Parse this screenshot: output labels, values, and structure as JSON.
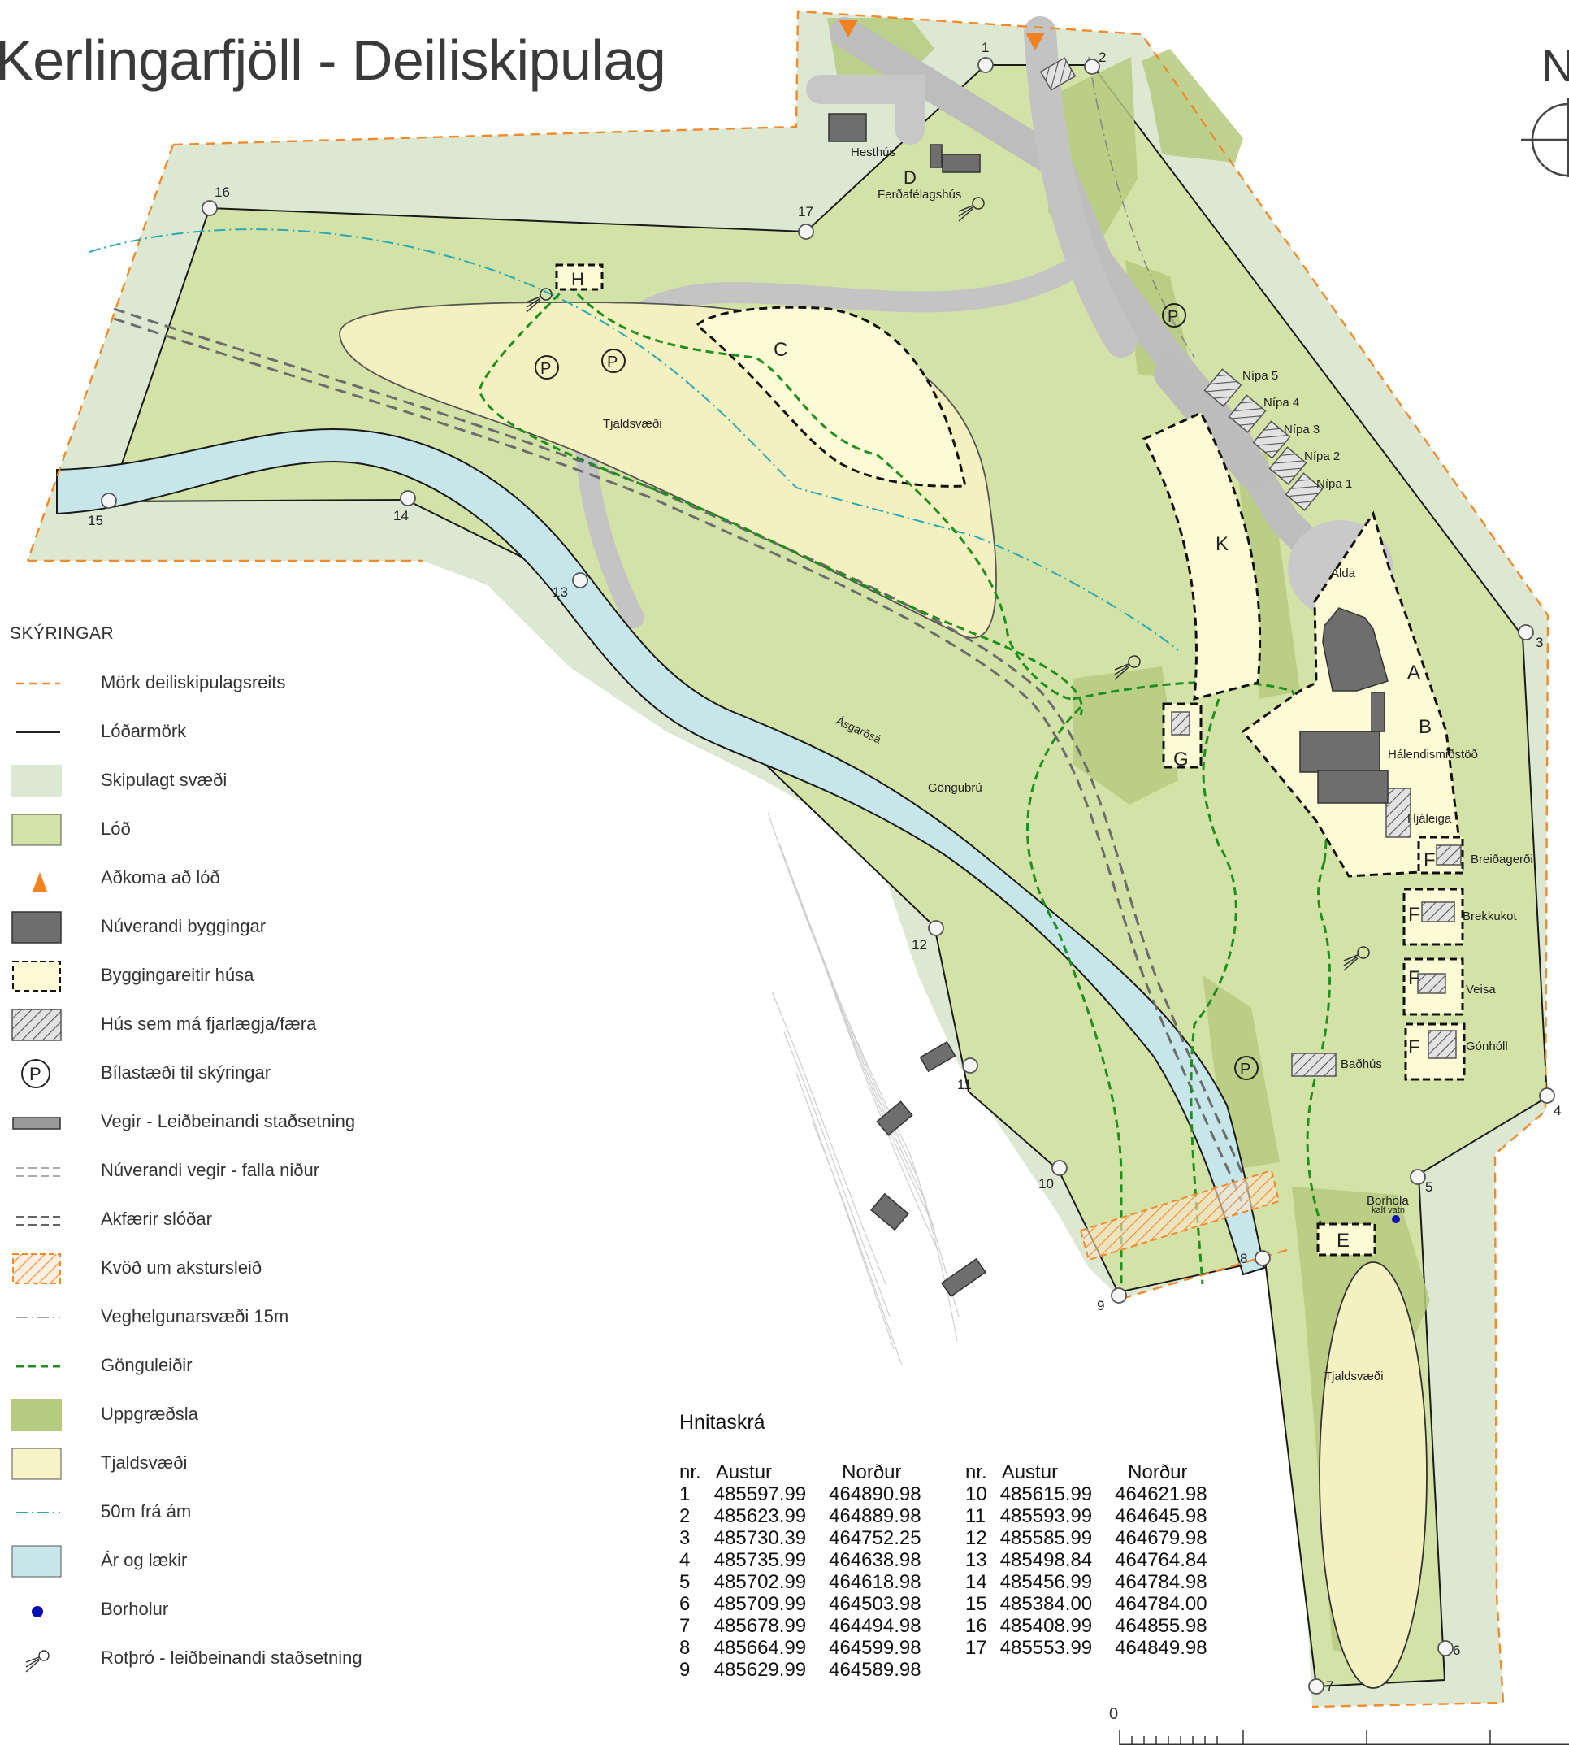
{
  "title": "Kerlingarfjöll - Deiliskipulag",
  "north_label": "N",
  "legend": {
    "heading": "SKÝRINGAR",
    "items": [
      {
        "label": "Mörk deiliskipulagsreits",
        "symbol": "orange-dashed-line"
      },
      {
        "label": "Lóðarmörk",
        "symbol": "black-line"
      },
      {
        "label": "Skipulagt svæði",
        "symbol": "pale-green-box"
      },
      {
        "label": "Lóð",
        "symbol": "green-box"
      },
      {
        "label": "Aðkoma að lóð",
        "symbol": "orange-triangle"
      },
      {
        "label": "Núverandi byggingar",
        "symbol": "dark-grey-box"
      },
      {
        "label": "Byggingareitir húsa",
        "symbol": "dashed-yellow-box"
      },
      {
        "label": "Hús sem má fjarlægja/færa",
        "symbol": "hatched-box"
      },
      {
        "label": "Bílastæði til skýringar",
        "symbol": "parking-circle"
      },
      {
        "label": "Vegir - Leiðbeinandi staðsetning",
        "symbol": "grey-road"
      },
      {
        "label": "Núverandi vegir - falla niður",
        "symbol": "light-dashed-double"
      },
      {
        "label": "Akfærir slóðar",
        "symbol": "dark-dashed-double"
      },
      {
        "label": "Kvöð um akstursleið",
        "symbol": "orange-hatched-box"
      },
      {
        "label": "Veghelgunarsvæði 15m",
        "symbol": "grey-dash-dot"
      },
      {
        "label": "Gönguleiðir",
        "symbol": "green-dashed-line"
      },
      {
        "label": "Uppgræðsla",
        "symbol": "olive-box"
      },
      {
        "label": "Tjaldsvæði",
        "symbol": "yellow-box"
      },
      {
        "label": "50m frá ám",
        "symbol": "teal-dash-dot"
      },
      {
        "label": "Ár og lækir",
        "symbol": "blue-box"
      },
      {
        "label": "Borholur",
        "symbol": "blue-dot"
      },
      {
        "label": "Rotþró - leiðbeinandi staðsetning",
        "symbol": "septic-icon"
      }
    ]
  },
  "map_labels": {
    "hesthus": "Hesthús",
    "d": "D",
    "ferdafelagshus": "Ferðafélagshús",
    "h": "H",
    "c": "C",
    "tjaldsvaedi_north": "Tjaldsvæði",
    "p": "P",
    "nipa5": "Nípa 5",
    "nipa4": "Nípa 4",
    "nipa3": "Nípa 3",
    "nipa2": "Nípa 2",
    "nipa1": "Nípa 1",
    "k": "K",
    "alda": "Alda",
    "a": "A",
    "b": "B",
    "halendismidstod": "Hálendismiðstöð",
    "g": "G",
    "hjaleiga": "Hjáleiga",
    "breidagerdi": "Breiðagerði",
    "brekkukot": "Brekkukot",
    "veisa": "Veisa",
    "gonholl": "Gónhóll",
    "badhus": "Baðhús",
    "f": "F",
    "e": "E",
    "borhola": "Borhola",
    "kalt_vatn": "kalt vatn",
    "asgardsa": "Ásgarðsá",
    "gongubru": "Göngubrú",
    "tjaldsvaedi_south": "Tjaldsvæði"
  },
  "points": [
    "1",
    "2",
    "3",
    "4",
    "5",
    "6",
    "7",
    "8",
    "9",
    "10",
    "11",
    "12",
    "13",
    "14",
    "15",
    "16",
    "17"
  ],
  "coordinates": {
    "title": "Hnitaskrá",
    "headers": [
      "nr.",
      "Austur",
      "Norður"
    ],
    "rows": [
      [
        "1",
        "485597.99",
        "464890.98"
      ],
      [
        "2",
        "485623.99",
        "464889.98"
      ],
      [
        "3",
        "485730.39",
        "464752.25"
      ],
      [
        "4",
        "485735.99",
        "464638.98"
      ],
      [
        "5",
        "485702.99",
        "464618.98"
      ],
      [
        "6",
        "485709.99",
        "464503.98"
      ],
      [
        "7",
        "485678.99",
        "464494.98"
      ],
      [
        "8",
        "485664.99",
        "464599.98"
      ],
      [
        "9",
        "485629.99",
        "464589.98"
      ],
      [
        "10",
        "485615.99",
        "464621.98"
      ],
      [
        "11",
        "485593.99",
        "464645.98"
      ],
      [
        "12",
        "485585.99",
        "464679.98"
      ],
      [
        "13",
        "485498.84",
        "464764.84"
      ],
      [
        "14",
        "485456.99",
        "464784.98"
      ],
      [
        "15",
        "485384.00",
        "464784.00"
      ],
      [
        "16",
        "485408.99",
        "464855.98"
      ],
      [
        "17",
        "485553.99",
        "464849.98"
      ]
    ]
  },
  "scale_zero": "0",
  "colors": {
    "lod": "#d3e2a6",
    "skipulagt": "#dde8d2",
    "uppgraedsla": "#b5cb7f",
    "tjaldsvaedi": "#fdfbd6",
    "river": "#c6e6ea",
    "boundary": "#f08a2b",
    "building": "#6e6e6e",
    "path": "#1f8f1f",
    "road": "#bdbdbd"
  }
}
